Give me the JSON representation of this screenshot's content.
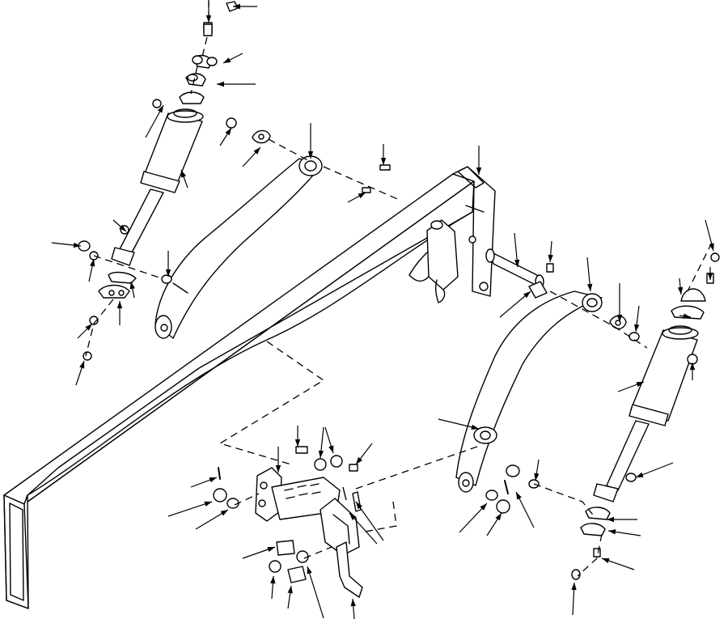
{
  "figure": {
    "kind": "exploded-parts-diagram",
    "colors": {
      "ink": "#000000",
      "background": "#ffffff"
    },
    "assemblies": [
      "main-beam",
      "left-lift-arm",
      "right-lift-arm",
      "left-hydraulic-cylinder",
      "right-hydraulic-cylinder",
      "mounting-bracket",
      "pivot-pin",
      "hardware-fasteners"
    ],
    "callout_count": 46,
    "labels": []
  }
}
